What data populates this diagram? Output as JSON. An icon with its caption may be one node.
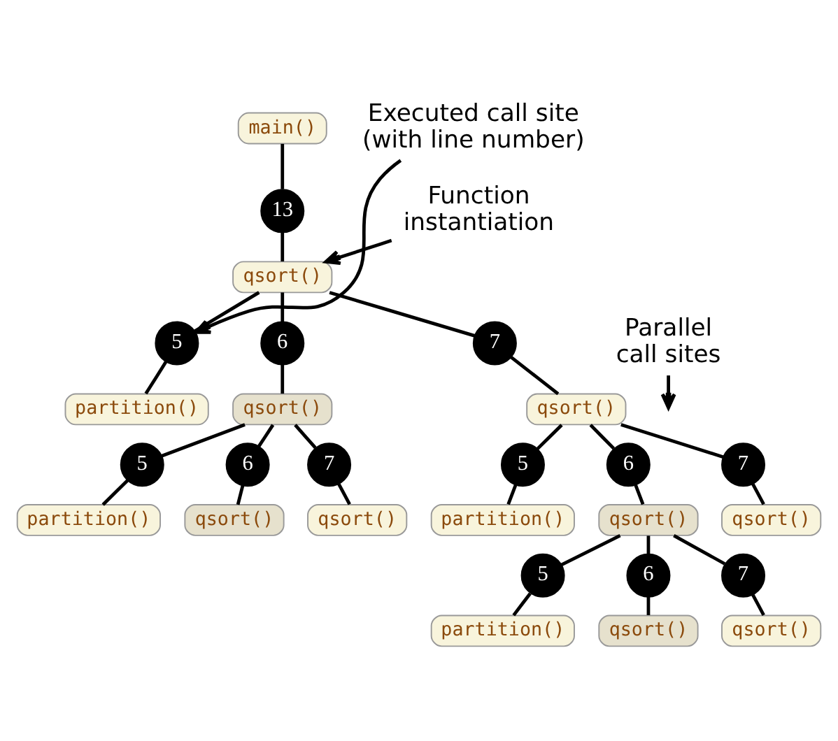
{
  "diagram": {
    "nodes": [
      {
        "text": [
          "main()"
        ]
      },
      {
        "text": [
          "Executed call site (with line number)"
        ]
      },
      {
        "text": [
          "13"
        ]
      },
      {
        "text": [
          "Function instantiation"
        ]
      },
      {
        "text": [
          "qsort()"
        ]
      },
      {
        "text": [
          "5"
        ]
      },
      {
        "text": [
          "partition()"
        ]
      },
      {
        "text": [
          "Parallel call sites"
        ]
      },
      {
        "text": [
          "6"
        ]
      },
      {
        "text": [
          "7"
        ]
      },
      {
        "text": [
          "qsort()"
        ]
      },
      {
        "text": [
          "qsort()"
        ]
      },
      {
        "text": [
          "5"
        ]
      },
      {
        "text": [
          "6"
        ]
      },
      {
        "text": [
          "7"
        ]
      },
      {
        "text": [
          "5"
        ]
      },
      {
        "text": [
          "6"
        ]
      },
      {
        "text": [
          "7"
        ]
      },
      {
        "text": [
          "partition()"
        ]
      },
      {
        "text": [
          "partition()"
        ]
      },
      {
        "text": [
          "qsort()"
        ]
      },
      {
        "text": [
          "qsort()"
        ]
      },
      {
        "text": [
          "qsort()"
        ]
      },
      {
        "text": [
          "qsort()"
        ]
      },
      {
        "text": [
          "5"
        ]
      },
      {
        "text": [
          "6"
        ]
      },
      {
        "text": [
          "7"
        ]
      },
      {
        "text": [
          "partition()"
        ]
      },
      {
        "text": [
          "qsort()"
        ]
      },
      {
        "text": [
          "qsort()"
        ]
      }
    ],
    "edges": [
      {
        "from": 0,
        "to": 2,
        "arrow": "none"
      },
      {
        "from": 2,
        "to": 4,
        "arrow": "none"
      },
      {
        "from": 1,
        "to": 5,
        "arrow": "to"
      },
      {
        "from": 3,
        "to": 4,
        "arrow": "to"
      },
      {
        "from": 4,
        "to": 5,
        "arrow": "none"
      },
      {
        "from": 5,
        "to": 6,
        "arrow": "none"
      },
      {
        "from": 7,
        "to": null,
        "arrow": "to"
      },
      {
        "from": 4,
        "to": 8,
        "arrow": "none"
      },
      {
        "from": 8,
        "to": 10,
        "arrow": "none"
      },
      {
        "from": 4,
        "to": 9,
        "arrow": "none"
      },
      {
        "from": 9,
        "to": 11,
        "arrow": "none"
      },
      {
        "from": 10,
        "to": 12,
        "arrow": "none"
      },
      {
        "from": 12,
        "to": 18,
        "arrow": "none"
      },
      {
        "from": 10,
        "to": 13,
        "arrow": "none"
      },
      {
        "from": 13,
        "to": 20,
        "arrow": "none"
      },
      {
        "from": 10,
        "to": 14,
        "arrow": "none"
      },
      {
        "from": 14,
        "to": 21,
        "arrow": "none"
      },
      {
        "from": 11,
        "to": 15,
        "arrow": "none"
      },
      {
        "from": 15,
        "to": 19,
        "arrow": "none"
      },
      {
        "from": 11,
        "to": 16,
        "arrow": "none"
      },
      {
        "from": 16,
        "to": 22,
        "arrow": "none"
      },
      {
        "from": 11,
        "to": 17,
        "arrow": "none"
      },
      {
        "from": 17,
        "to": 23,
        "arrow": "none"
      },
      {
        "from": 22,
        "to": 24,
        "arrow": "none"
      },
      {
        "from": 24,
        "to": 27,
        "arrow": "none"
      },
      {
        "from": 22,
        "to": 25,
        "arrow": "none"
      },
      {
        "from": 25,
        "to": 28,
        "arrow": "none"
      },
      {
        "from": 22,
        "to": 26,
        "arrow": "none"
      },
      {
        "from": 26,
        "to": 29,
        "arrow": "none"
      }
    ]
  }
}
